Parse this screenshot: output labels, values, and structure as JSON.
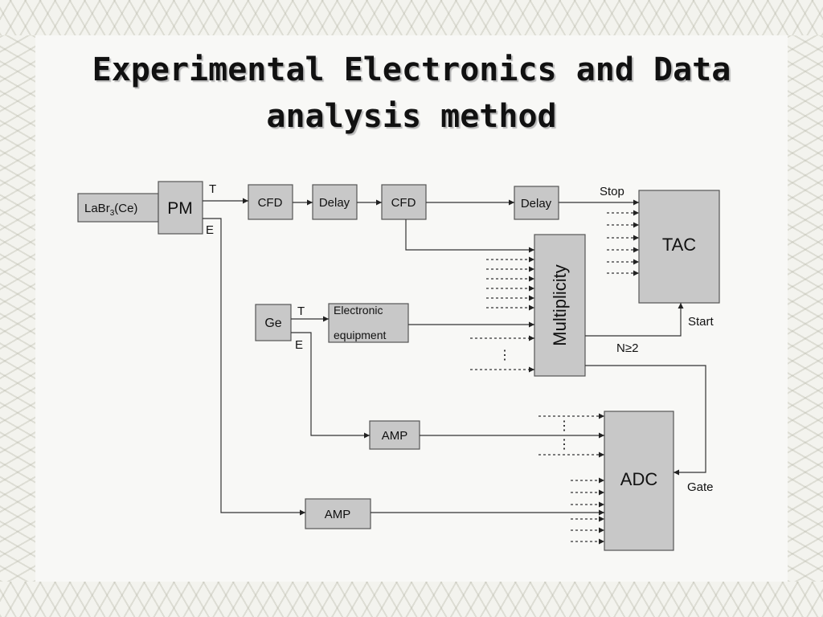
{
  "slide": {
    "title_line1": "Experimental Electronics and Data",
    "title_line2": "analysis  method"
  },
  "diagram": {
    "labr_main": "LaBr",
    "labr_sub": "3",
    "labr_tail": "(Ce)",
    "pm": "PM",
    "cfd1": "CFD",
    "delay1": "Delay",
    "cfd2": "CFD",
    "delay2": "Delay",
    "tac": "TAC",
    "multiplicity": "Multiplicity",
    "ge": "Ge",
    "electronic_line1": "Electronic",
    "electronic_line2": "equipment",
    "amp1": "AMP",
    "amp2": "AMP",
    "adc": "ADC",
    "label_t1": "T",
    "label_e1": "E",
    "label_t2": "T",
    "label_e2": "E",
    "label_stop": "Stop",
    "label_start": "Start",
    "label_gate": "Gate",
    "label_mult": "N≥2",
    "ellipsis": "⋮"
  }
}
